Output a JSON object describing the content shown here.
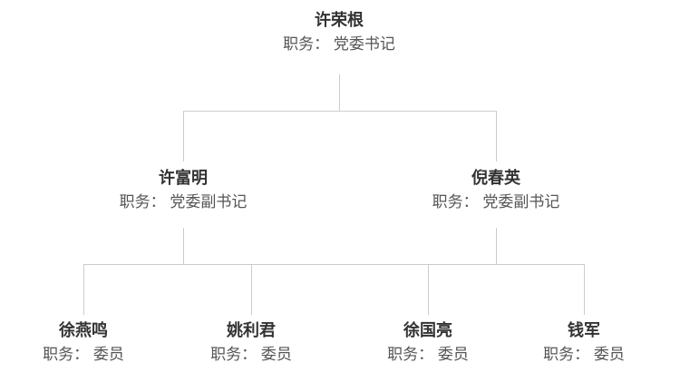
{
  "palette": {
    "line_color": "#cccccc",
    "name_color": "#333333",
    "title_color": "#555555",
    "background": "#ffffff"
  },
  "org_chart": {
    "levels": [
      {
        "label": "level-1",
        "nodes": [
          {
            "name": "许荣根",
            "title": "职务： 党委书记"
          }
        ]
      },
      {
        "label": "level-2",
        "nodes": [
          {
            "name": "许富明",
            "title": "职务： 党委副书记"
          },
          {
            "name": "倪春英",
            "title": "职务： 党委副书记"
          }
        ]
      },
      {
        "label": "level-3",
        "nodes": [
          {
            "name": "徐燕鸣",
            "title": "职务： 委员"
          },
          {
            "name": "姚利君",
            "title": "职务： 委员"
          },
          {
            "name": "徐国亮",
            "title": "职务： 委员"
          },
          {
            "name": "钱军",
            "title": "职务： 委员"
          }
        ]
      }
    ]
  }
}
